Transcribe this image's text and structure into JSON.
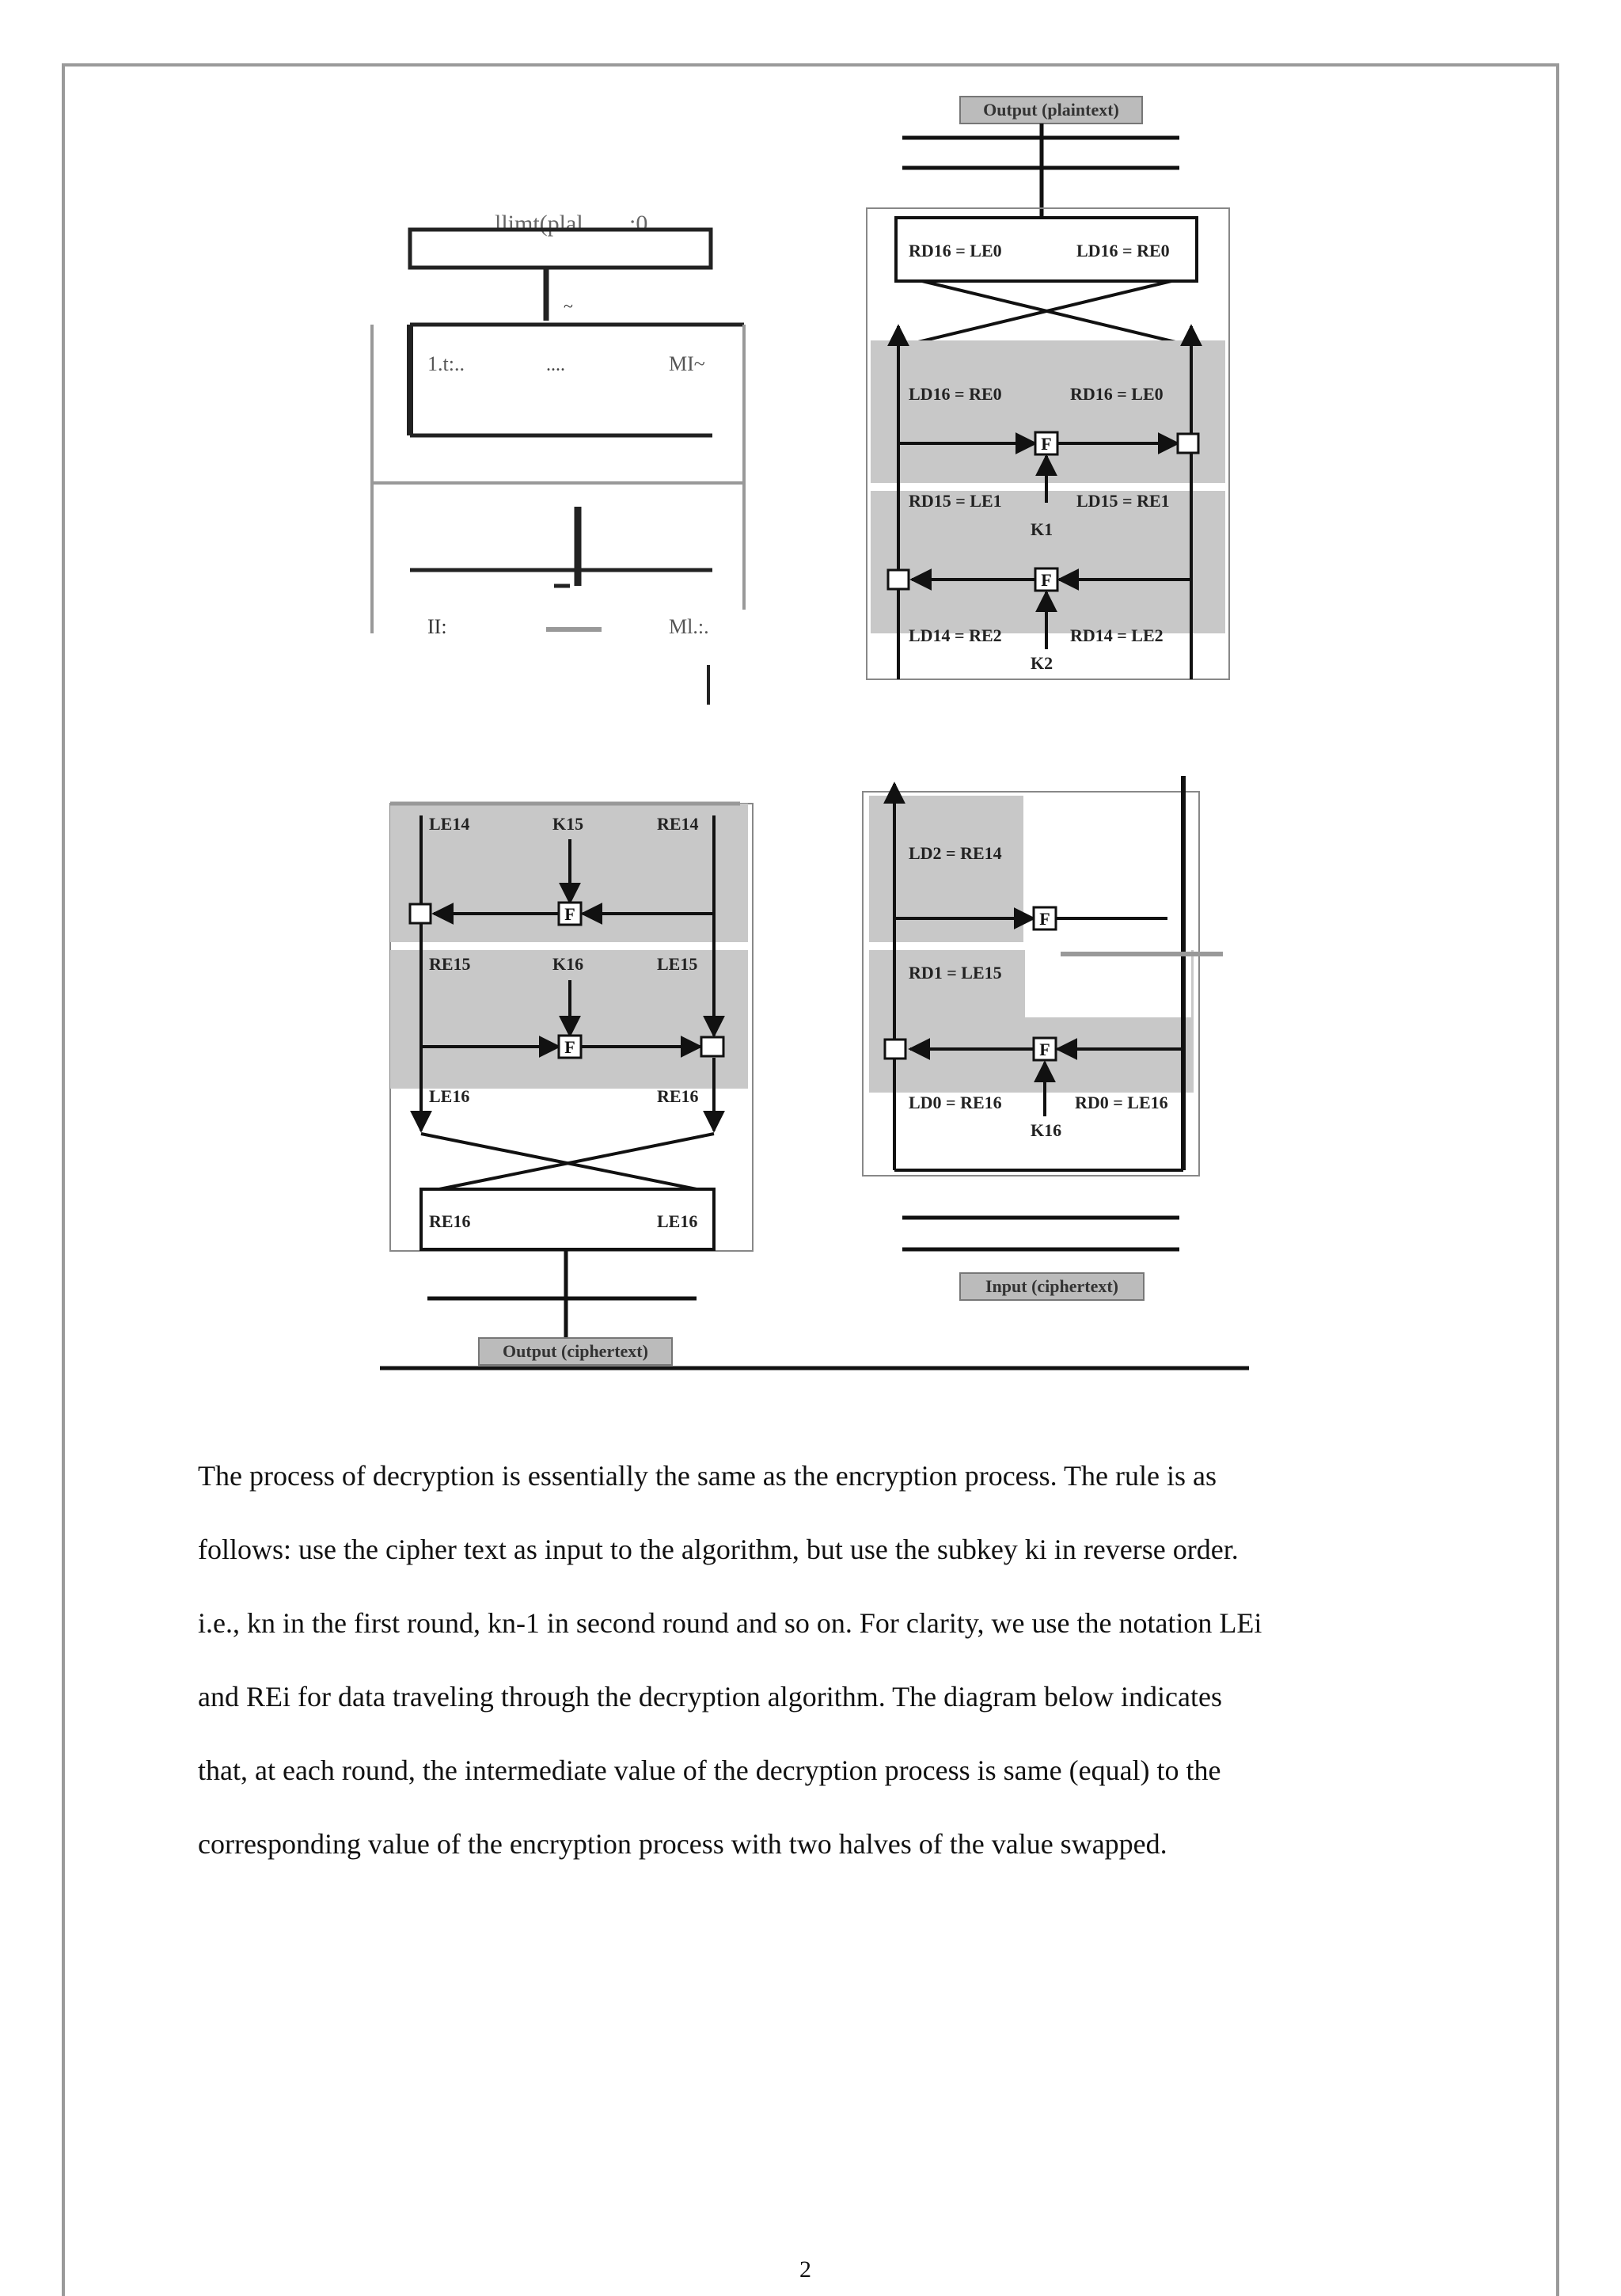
{
  "diagram": {
    "top_left_labels": {
      "heading": "llimt(plal",
      "heading_suffix": ":0",
      "row1_left": "1.t:..",
      "row1_mid": "....",
      "row1_right": "MI~",
      "row2_left": "II:",
      "row2_right": "Ml.:.",
      "tilde": "~"
    },
    "top_right_labels": {
      "output_plaintext": "Output (plaintext)",
      "swap_left": "RD16 = LE0",
      "swap_right": "LD16 = RE0",
      "r1_left": "LD16 = RE0",
      "r1_right": "RD16 = LE0",
      "r2_left": "RD15 = LE1",
      "r2_right": "LD15 = RE1",
      "k1": "K1",
      "r3_left": "LD14 = RE2",
      "r3_right": "RD14 = LE2",
      "k2": "K2",
      "f": "F"
    },
    "bottom_left_labels": {
      "le14": "LE14",
      "k15": "K15",
      "re14": "RE14",
      "re15": "RE15",
      "k16": "K16",
      "le15": "LE15",
      "le16": "LE16",
      "re16": "RE16",
      "box_left": "RE16",
      "box_right": "LE16",
      "output_ciphertext": "Output (ciphertext)",
      "f": "F"
    },
    "bottom_right_labels": {
      "ld2": "LD2 = RE14",
      "rd1": "RD1 = LE15",
      "ld0": "LD0 = RE16",
      "rd0": "RD0 = LE16",
      "k16": "K16",
      "input_ciphertext": "Input (ciphertext)",
      "f": "F"
    }
  },
  "paragraph": [
    "The process of decryption is essentially the same as the encryption process. The rule is as",
    "follows: use the cipher text as input to the algorithm, but use the subkey ki in reverse order.",
    "i.e., kn in the first round, kn-1 in second round and so on. For clarity, we use the notation LEi",
    "and REi for data traveling through the decryption algorithm. The diagram below indicates",
    "that, at each round, the intermediate value of the decryption process is same (equal) to the",
    "corresponding value of the encryption process with two halves of the value swapped."
  ],
  "page_number": "2"
}
